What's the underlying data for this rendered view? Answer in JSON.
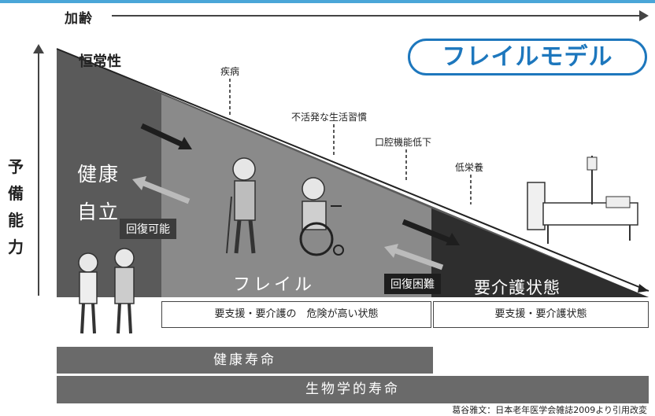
{
  "age_axis": "加齢",
  "title": "フレイルモデル",
  "y_axis": [
    "予",
    "備",
    "能",
    "力"
  ],
  "homeostasis": "恒常性",
  "factors": {
    "disease": "疾病",
    "inactive_lifestyle": "不活発な生活習慣",
    "oral_decline": "口腔機能低下",
    "undernutrition": "低栄養"
  },
  "stages": {
    "healthy_line1": "健康",
    "healthy_line2": "自立",
    "recoverable": "回復可能",
    "frail": "フレイル",
    "hard_to_recover": "回復困難",
    "care_needed": "要介護状態"
  },
  "boxes": {
    "risk": "要支援・要介護の　危険が高い状態",
    "care": "要支援・要介護状態"
  },
  "bars": {
    "healthy_life": "健康寿命",
    "biological_life": "生物学的寿命"
  },
  "source": "葛谷雅文：日本老年医学会雑誌2009より引用改変"
}
